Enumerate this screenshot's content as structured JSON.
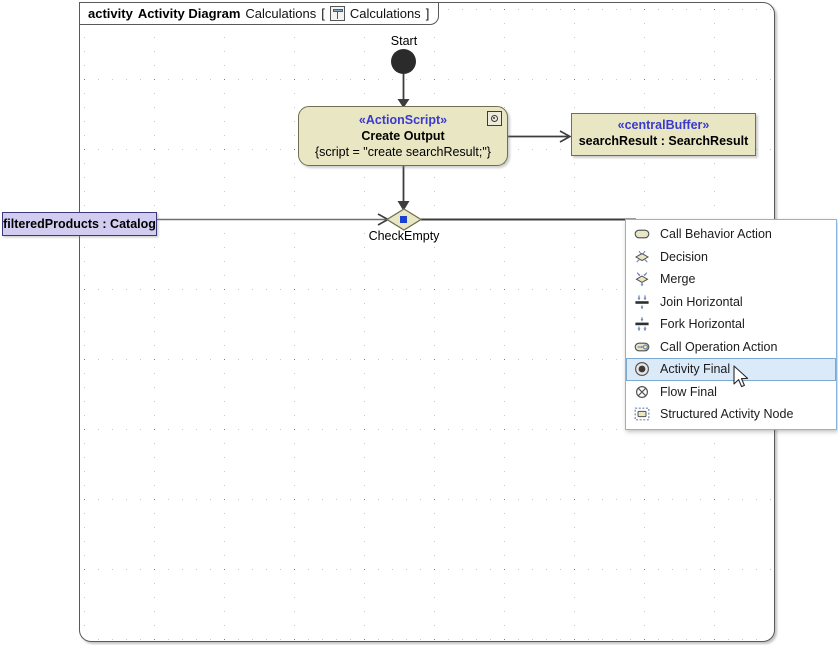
{
  "frame": {
    "kind": "activity",
    "type_label": "Activity Diagram",
    "name": "Calculations",
    "bracket_open": "[",
    "bracket_close": "]",
    "icon": "activity-diagram-icon",
    "scoped_name": "Calculations"
  },
  "nodes": {
    "start": {
      "label": "Start",
      "icon": "initial-node-icon"
    },
    "action": {
      "stereotype": "«ActionScript»",
      "name": "Create Output",
      "property": "{script = \"create searchResult;\"}",
      "icon": "action-script-icon",
      "fill": "#e9e6c4",
      "stroke": "#6f6f53"
    },
    "central_buffer": {
      "stereotype": "«centralBuffer»",
      "name": "searchResult : SearchResult",
      "fill": "#e9e6c4",
      "stroke": "#6f6f53"
    },
    "object_pin": {
      "name": "filteredProducts : Catalog",
      "fill": "#d2cdf0",
      "stroke": "#3a3a7a"
    },
    "decision": {
      "label": "CheckEmpty",
      "selected": true,
      "handle_color": "#1a3fd0"
    }
  },
  "context_menu": {
    "selected_index": 6,
    "highlight_fill": "#dbeaf8",
    "highlight_border": "#7aa9d2",
    "border": "#8ab4dd",
    "items": [
      {
        "label": "Call Behavior Action",
        "icon": "call-behavior-action-icon"
      },
      {
        "label": "Decision",
        "icon": "decision-icon"
      },
      {
        "label": "Merge",
        "icon": "merge-icon"
      },
      {
        "label": "Join Horizontal",
        "icon": "join-horizontal-icon"
      },
      {
        "label": "Fork Horizontal",
        "icon": "fork-horizontal-icon"
      },
      {
        "label": "Call Operation Action",
        "icon": "call-operation-action-icon"
      },
      {
        "label": "Activity Final",
        "icon": "activity-final-icon"
      },
      {
        "label": "Flow Final",
        "icon": "flow-final-icon"
      },
      {
        "label": "Structured Activity Node",
        "icon": "structured-activity-node-icon"
      }
    ]
  },
  "cursor": {
    "icon": "mouse-pointer-icon"
  }
}
